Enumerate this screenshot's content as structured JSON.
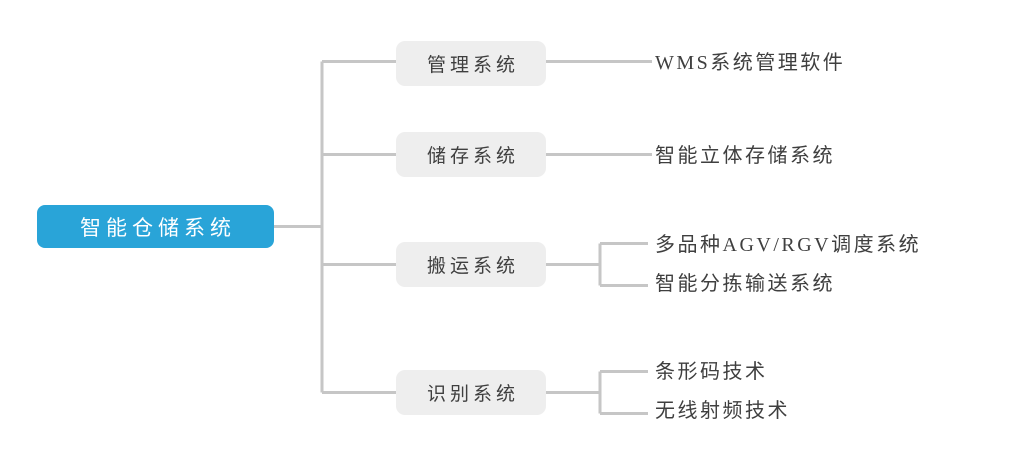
{
  "diagram": {
    "type": "tree-mindmap",
    "orientation": "left-to-right",
    "colors": {
      "root_fill": "#29a4d8",
      "root_text": "#ffffff",
      "branch_fill": "#eeeeee",
      "branch_text": "#3f3f3f",
      "leaf_text": "#3f3f3f",
      "connector": "#c6c6c6",
      "background": "#ffffff"
    },
    "root": {
      "label": "智能仓储系统"
    },
    "branches": [
      {
        "label": "管理系统",
        "leaves": [
          {
            "label": "WMS系统管理软件"
          }
        ]
      },
      {
        "label": "储存系统",
        "leaves": [
          {
            "label": "智能立体存储系统"
          }
        ]
      },
      {
        "label": "搬运系统",
        "leaves": [
          {
            "label": "多品种AGV/RGV调度系统"
          },
          {
            "label": "智能分拣输送系统"
          }
        ]
      },
      {
        "label": "识别系统",
        "leaves": [
          {
            "label": "条形码技术"
          },
          {
            "label": "无线射频技术"
          }
        ]
      }
    ]
  }
}
